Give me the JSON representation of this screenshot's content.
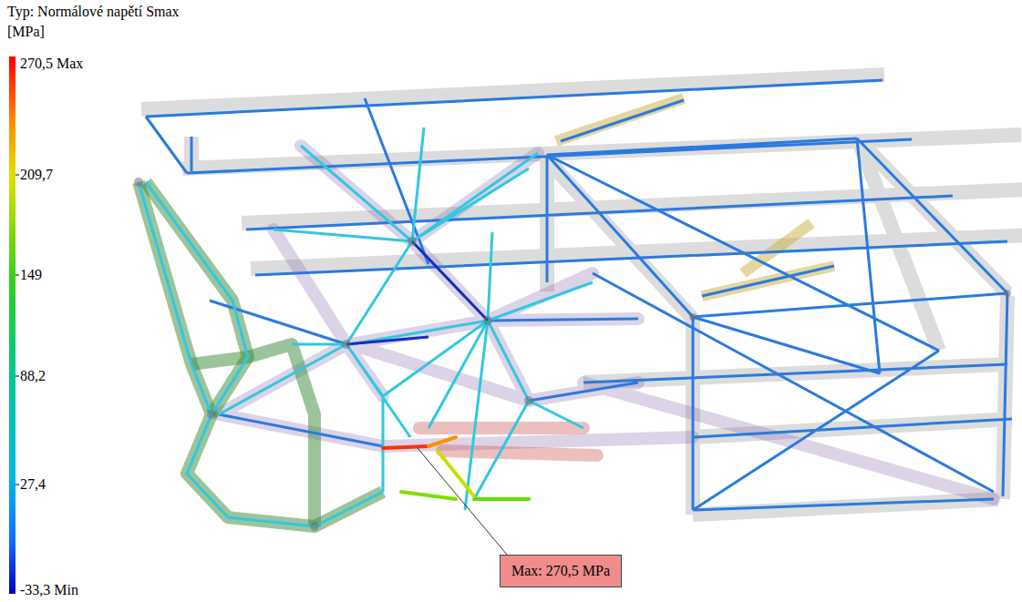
{
  "diagram": {
    "title": "Typ: Normálové napětí Smax",
    "nodes": [
      {
        "text": [
          "Max: 270,5 MPa"
        ]
      }
    ],
    "labels": [
      "[MPa]",
      "270,5 Max",
      "209,7",
      "149",
      "88,2",
      "27,4",
      "-33,3 Min"
    ]
  }
}
